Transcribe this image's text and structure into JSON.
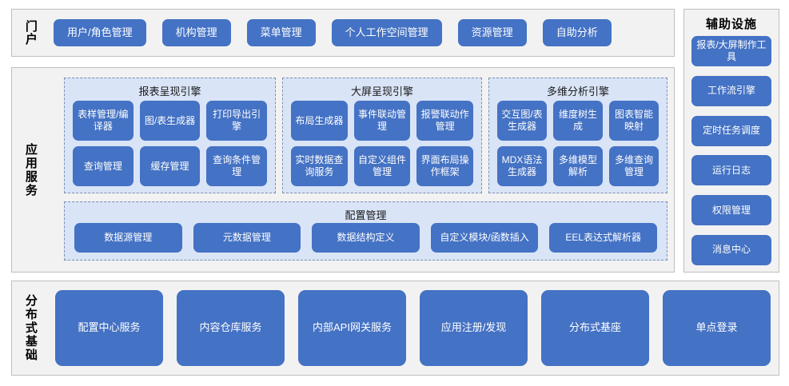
{
  "colors": {
    "button_blue": "#4472c4",
    "subpanel_blue": "#d9e4f7",
    "panel_gray": "#f2f2f2",
    "panel_border": "#bfbfbf",
    "dashed_border": "#7d8fb3",
    "text_white": "#ffffff",
    "text_black": "#000000"
  },
  "portal": {
    "label": "门户",
    "items": [
      {
        "label": "用户/角色管理"
      },
      {
        "label": "机构管理"
      },
      {
        "label": "菜单管理"
      },
      {
        "label": "个人工作空间管理"
      },
      {
        "label": "资源管理"
      },
      {
        "label": "自助分析"
      }
    ]
  },
  "aux": {
    "title": "辅助设施",
    "items": [
      {
        "label": "报表/大屏制作工具"
      },
      {
        "label": "工作流引擎"
      },
      {
        "label": "定时任务调度"
      },
      {
        "label": "运行日志"
      },
      {
        "label": "权限管理"
      },
      {
        "label": "消息中心"
      }
    ]
  },
  "app_service": {
    "label": "应用服务",
    "engines": [
      {
        "id": "report",
        "title": "报表呈现引擎",
        "items": [
          {
            "label": "表样管理/编译器"
          },
          {
            "label": "图/表生成器"
          },
          {
            "label": "打印导出引擎"
          },
          {
            "label": "查询管理"
          },
          {
            "label": "缓存管理"
          },
          {
            "label": "查询条件管理"
          }
        ]
      },
      {
        "id": "screen",
        "title": "大屏呈现引擎",
        "items": [
          {
            "label": "布局生成器"
          },
          {
            "label": "事件联动管理"
          },
          {
            "label": "报警联动作管理"
          },
          {
            "label": "实时数据查询服务"
          },
          {
            "label": "自定义组件管理"
          },
          {
            "label": "界面布局操作框架"
          }
        ]
      },
      {
        "id": "olap",
        "title": "多维分析引擎",
        "items": [
          {
            "label": "交互图/表生成器"
          },
          {
            "label": "维度树生成"
          },
          {
            "label": "图表智能映射"
          },
          {
            "label": "MDX语法生成器"
          },
          {
            "label": "多维模型解析"
          },
          {
            "label": "多维查询管理"
          }
        ]
      }
    ],
    "config": {
      "title": "配置管理",
      "items": [
        {
          "label": "数据源管理"
        },
        {
          "label": "元数据管理"
        },
        {
          "label": "数据结构定义"
        },
        {
          "label": "自定义模块/函数插入"
        },
        {
          "label": "EEL表达式解析器"
        }
      ]
    }
  },
  "distributed": {
    "label": "分布式基础",
    "items": [
      {
        "label": "配置中心服务"
      },
      {
        "label": "内容仓库服务"
      },
      {
        "label": "内部API网关服务"
      },
      {
        "label": "应用注册/发现"
      },
      {
        "label": "分布式基座"
      },
      {
        "label": "单点登录"
      }
    ]
  }
}
